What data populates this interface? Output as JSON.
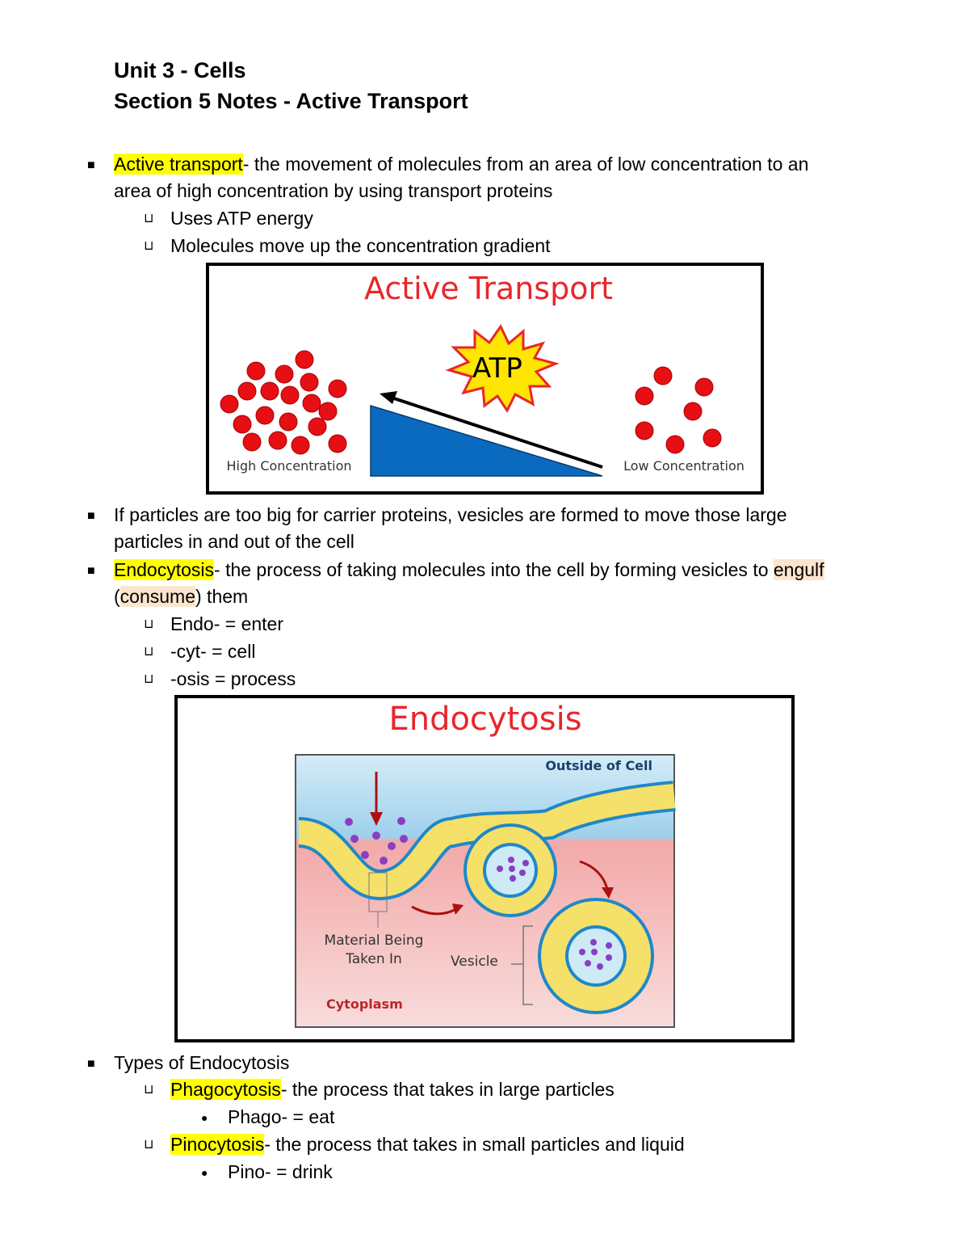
{
  "header": {
    "title": "Unit 3 - Cells",
    "subtitle": "Section 5 Notes - Active Transport"
  },
  "bullets": {
    "active_term": "Active transport",
    "active_def_1": "- the movement of molecules from an area of low concentration to an",
    "active_def_2": "area of high concentration by using transport proteins",
    "active_sub1": "Uses ATP energy",
    "active_sub2": "Molecules move up the concentration gradient",
    "vesicle_1": "If particles are too big for carrier proteins, vesicles are formed to move those large",
    "vesicle_2": "particles in and out of the cell",
    "endo_term": "Endocytosis",
    "endo_def_1": "- the process of taking molecules into the cell by forming vesicles to ",
    "endo_engulf": "engulf",
    "endo_open": "(",
    "endo_consume": "consume",
    "endo_close": ") them",
    "endo_sub1": "Endo- = enter",
    "endo_sub2": "-cyt- = cell",
    "endo_sub3": "-osis = process",
    "types": "Types of Endocytosis",
    "phago_term": "Phagocytosis",
    "phago_def": "- the process that takes in large particles",
    "phago_sub": "Phago- = eat",
    "pino_term": "Pinocytosis",
    "pino_def": "- the process that takes in small particles and liquid",
    "pino_sub": "Pino- = drink",
    "square": "■",
    "box": "⊔",
    "dot": "●"
  },
  "figure1": {
    "title": "Active Transport",
    "atp": "ATP",
    "high": "High Concentration",
    "low": "Low Concentration"
  },
  "figure2": {
    "title": "Endocytosis",
    "outside": "Outside of Cell",
    "material_1": "Material Being",
    "material_2": "Taken In",
    "vesicle": "Vesicle",
    "cytoplasm": "Cytoplasm"
  },
  "colors": {
    "highlight": "#ffff00",
    "highlight_peach": "#fce5cd",
    "title_red": "#e8262b",
    "triangle_blue": "#0a6abf"
  }
}
